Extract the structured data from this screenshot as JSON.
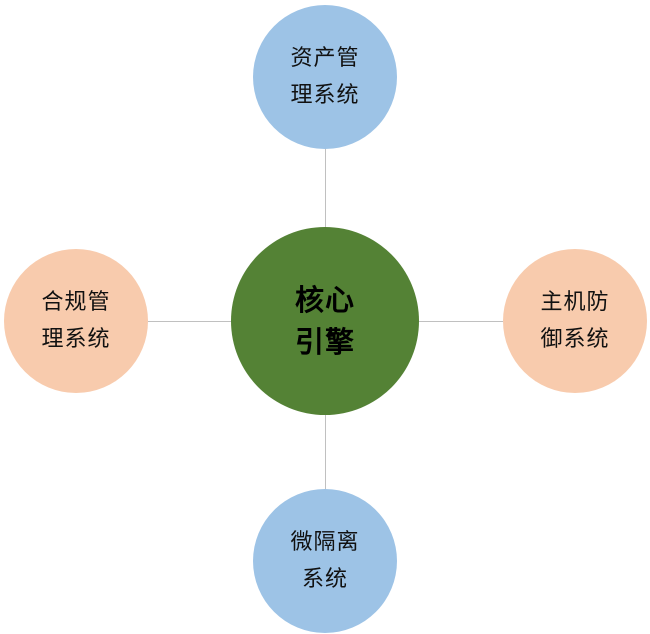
{
  "center": {
    "lines": [
      "核心",
      "引擎"
    ],
    "color": "#548235"
  },
  "nodes": {
    "top": {
      "lines": [
        "资产管",
        "理系统"
      ],
      "color": "#9dc3e6"
    },
    "bottom": {
      "lines": [
        "微隔离",
        "系统"
      ],
      "color": "#9dc3e6"
    },
    "left": {
      "lines": [
        "合规管",
        "理系统"
      ],
      "color": "#f8cbad"
    },
    "right": {
      "lines": [
        "主机防",
        "御系统"
      ],
      "color": "#f8cbad"
    }
  }
}
